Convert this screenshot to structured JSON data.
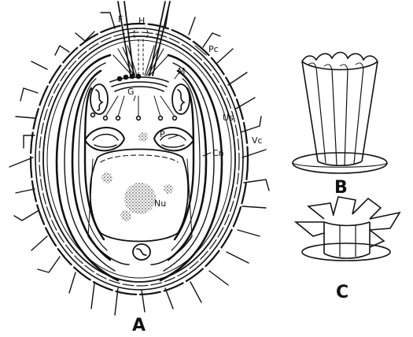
{
  "figure": {
    "main_panel_label": "A",
    "panel_b_label": "B",
    "panel_c_label": "C",
    "part_labels": {
      "F": "F",
      "H": "H",
      "Pc": "Pc",
      "M": "M",
      "G": "G",
      "Us": "Us",
      "Vc": "Vc",
      "P": "P",
      "Cn": "Cn",
      "Nu": "Nu"
    }
  }
}
